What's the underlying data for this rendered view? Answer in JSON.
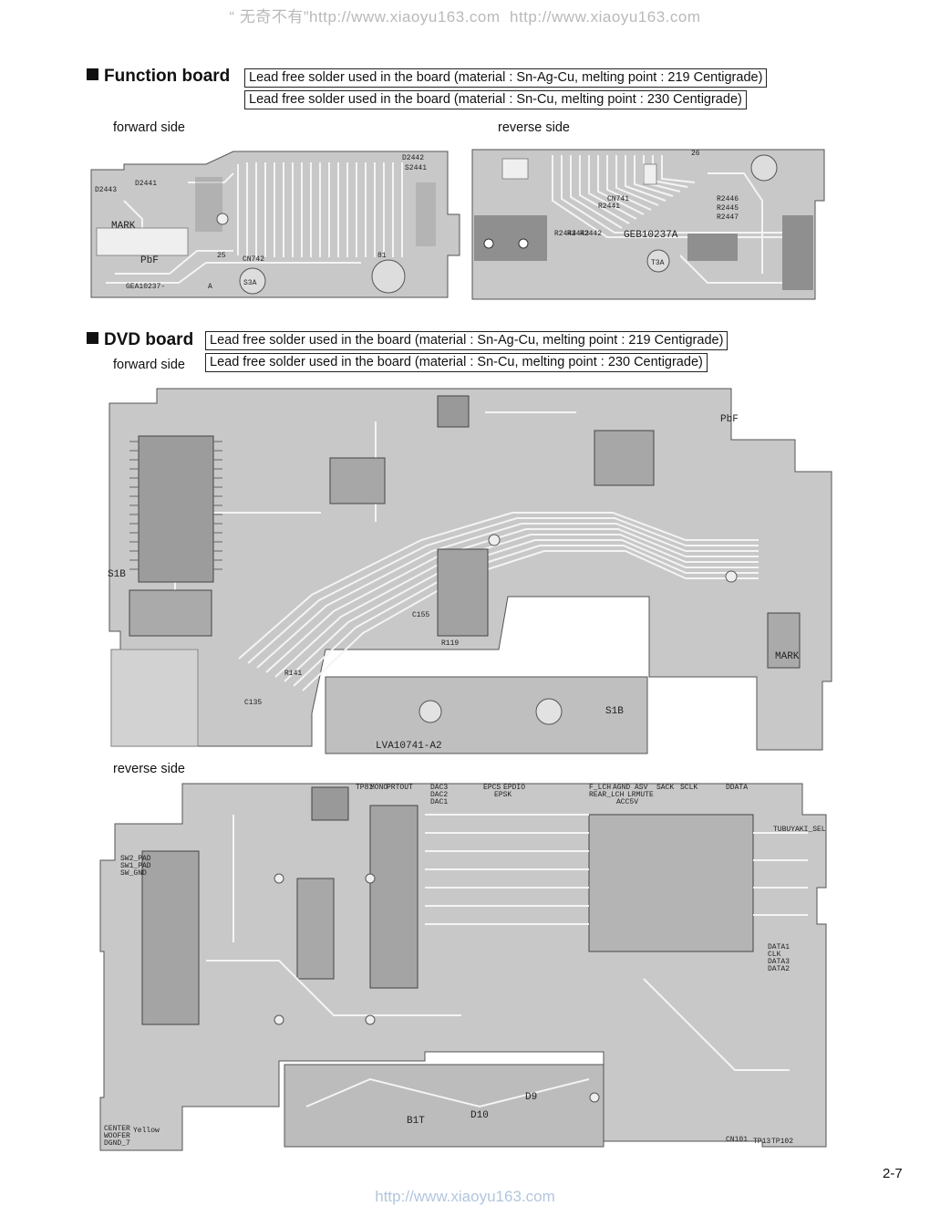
{
  "watermark_top": "“ 无奇不有”http://www.xiaoyu163.com",
  "watermark_top_repeat": "http://www.xiaoyu163.com",
  "function_board": {
    "title": "Function board",
    "solder_note_1": "Lead free solder used in the board (material : Sn-Ag-Cu, melting point : 219 Centigrade)",
    "solder_note_2": "Lead free solder used in the board (material : Sn-Cu, melting point : 230 Centigrade)",
    "forward_label": "forward side",
    "reverse_label": "reverse side",
    "forward_markings": [
      "D2443",
      "D2441",
      "D2442",
      "S2441",
      "MARK",
      "PbF",
      "CN742",
      "25",
      "81",
      "GEA10237-",
      "A",
      "S3A"
    ],
    "reverse_markings": [
      "26",
      "CN741",
      "R2441",
      "R2444",
      "R2443",
      "R2442",
      "R2446",
      "R2445",
      "R2447",
      "GEB10237A",
      "T3A"
    ]
  },
  "dvd_board": {
    "title": "DVD board",
    "solder_note_1": "Lead free solder used in the board (material : Sn-Ag-Cu, melting point : 219 Centigrade)",
    "solder_note_2": "Lead free solder used in the board (material : Sn-Cu, melting point : 230 Centigrade)",
    "forward_label": "forward side",
    "reverse_label": "reverse side",
    "forward_markings": [
      "PbF",
      "S1B",
      "LVA10741-A2",
      "MARK",
      "S1B",
      "R119",
      "C155",
      "R141",
      "C135"
    ],
    "reverse_markings": [
      "TP81",
      "MONO",
      "PRTOUT",
      "DAC3",
      "DAC2",
      "DAC1",
      "EPCS",
      "EPDIO",
      "EPSK",
      "F_LCH",
      "AGND",
      "ASV",
      "SACK",
      "SCLK",
      "DDATA",
      "REAR_LCH",
      "LRMUTE",
      "TUBUYAKI_SEL",
      "ACC5V",
      "SW2_PAD",
      "SW1_PAD",
      "SW_GND",
      "CENTER",
      "WOOFER",
      "DGND_7",
      "Yellow",
      "D10",
      "D9",
      "B1T",
      "CN101",
      "TP13",
      "TP102",
      "CLK",
      "DATA3",
      "DATA2",
      "DATA1"
    ]
  },
  "watermark_bottom": "http://www.xiaoyu163.com",
  "page_number": "2-7"
}
